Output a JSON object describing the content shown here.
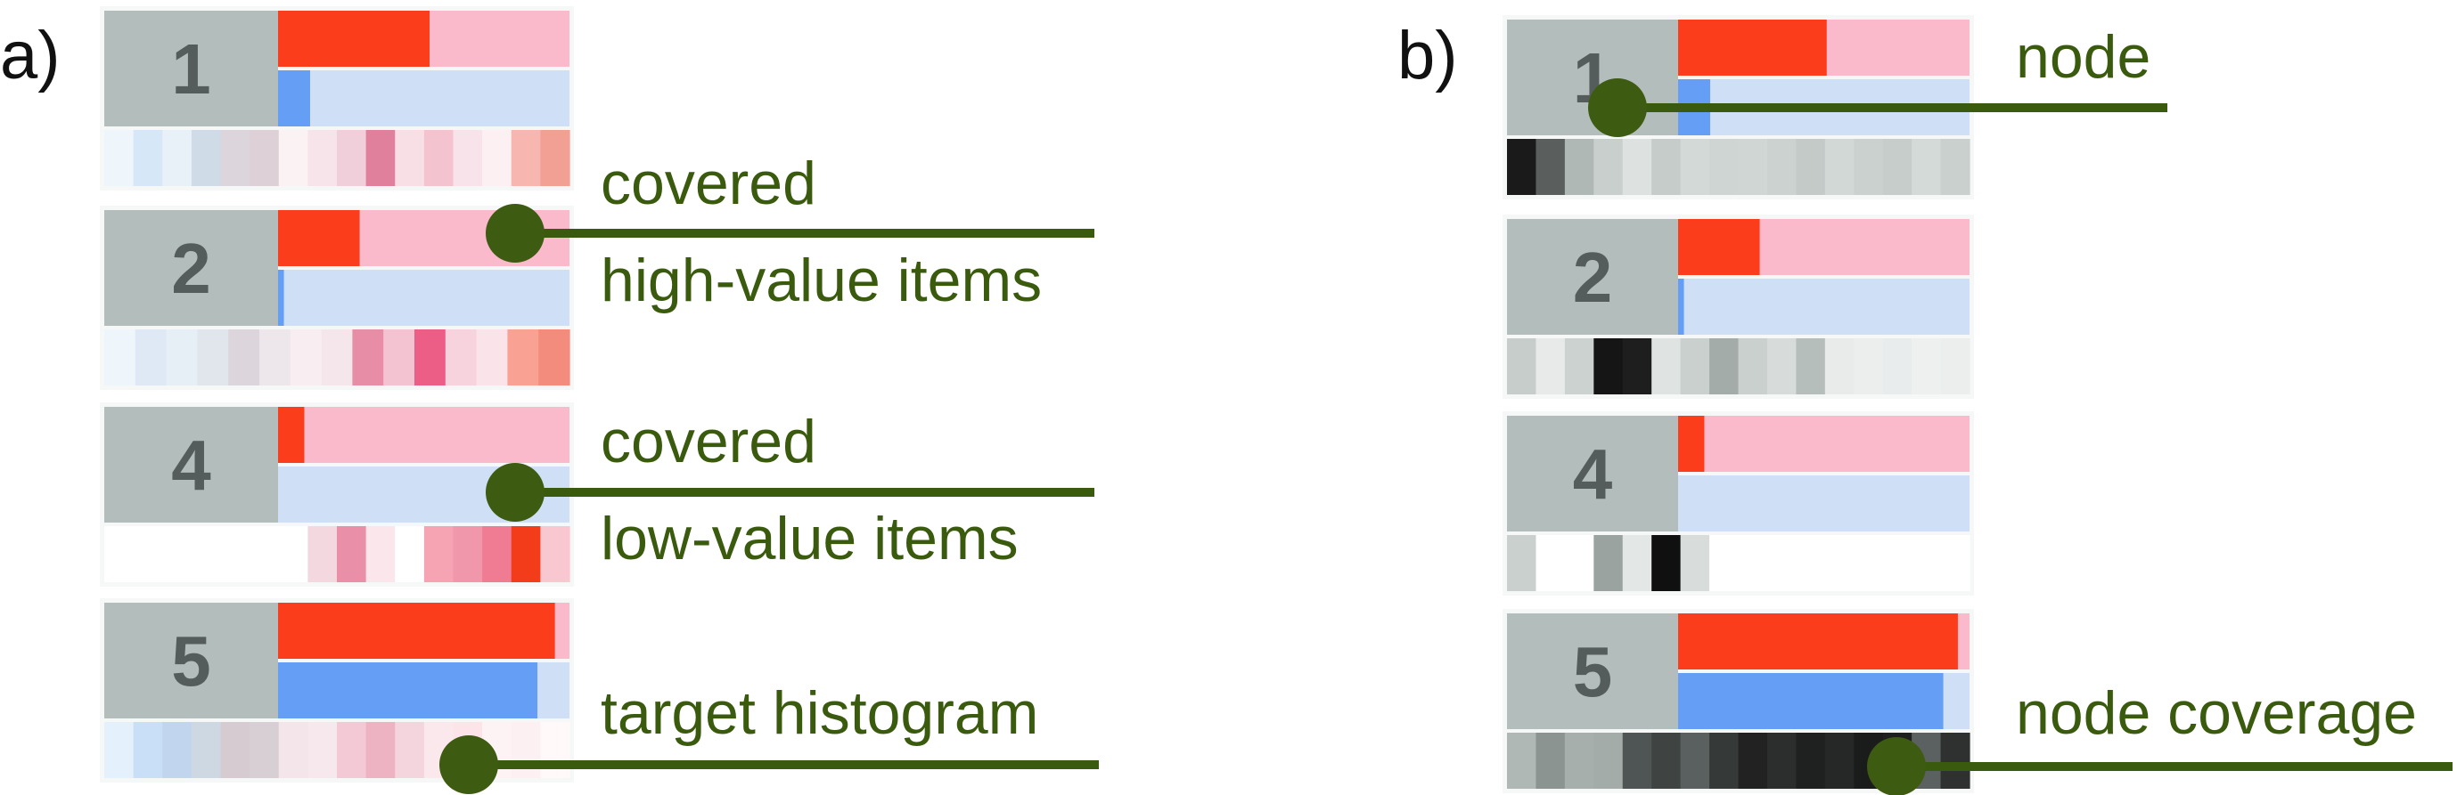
{
  "panels": [
    {
      "label": "a)",
      "nodes": [
        {
          "id": "1",
          "red_fraction": 0.52,
          "blue_fraction": 0.11,
          "strip": [
            "#eef6fc",
            "#d6e7f8",
            "#e9f1f8",
            "#cfdbe6",
            "#dcd6dc",
            "#ddd0d7",
            "#fbf2f4",
            "#f7e4ea",
            "#f1cfda",
            "#e0809c",
            "#f8dfe6",
            "#f3c3d0",
            "#f9e3ea",
            "#fdf0f3",
            "#f7b6b0",
            "#f3a094"
          ]
        },
        {
          "id": "2",
          "red_fraction": 0.28,
          "blue_fraction": 0.02,
          "strip": [
            "#eef6fc",
            "#dfe9f6",
            "#e6eef6",
            "#e0e6ec",
            "#dcd6dc",
            "#ede6ea",
            "#f8eef1",
            "#f5e6eb",
            "#e78ea6",
            "#f4c3d1",
            "#ec5e86",
            "#f6d3dd",
            "#fbe3ea",
            "#f9a294",
            "#f48c7e"
          ]
        },
        {
          "id": "4",
          "red_fraction": 0.09,
          "blue_fraction": 0.0,
          "strip": [
            "#ffffff",
            "#ffffff",
            "#ffffff",
            "#ffffff",
            "#ffffff",
            "#ffffff",
            "#ffffff",
            "#f4d8e0",
            "#e98fa8",
            "#fbe6ec",
            "#ffffff",
            "#f6a3b4",
            "#f197ab",
            "#f07c93",
            "#f33c1a",
            "#f9c7cf"
          ]
        },
        {
          "id": "5",
          "red_fraction": 0.95,
          "blue_fraction": 0.89,
          "strip": [
            "#e4f0fb",
            "#c8dff7",
            "#c1d6ee",
            "#cdd8e3",
            "#d5cbd1",
            "#d8cfd4",
            "#f3e5ea",
            "#f7e8ed",
            "#f3c9d5",
            "#eeb3c3",
            "#f5d5dd",
            "#fbe8ed",
            "#fce4e9",
            "#fdf3f5",
            "#fdf0f2",
            "#fff9f9"
          ]
        }
      ],
      "annotations": [
        {
          "line1": "covered",
          "line2": "high-value items"
        },
        {
          "line1": "covered",
          "line2": "low-value items"
        },
        {
          "line1": "target histogram",
          "line2": ""
        }
      ]
    },
    {
      "label": "b)",
      "nodes": [
        {
          "id": "1",
          "red_fraction": 0.51,
          "blue_fraction": 0.11,
          "strip": [
            "#1a1a1a",
            "#5a5f5e",
            "#b0b8b6",
            "#c8cfcd",
            "#dde2e0",
            "#c5ccca",
            "#d3d9d7",
            "#ced5d3",
            "#d0d6d4",
            "#ccd2d0",
            "#c3cac8",
            "#d2d8d6",
            "#cbd1cf",
            "#c6cdcb",
            "#d4dad8",
            "#c9d0ce"
          ]
        },
        {
          "id": "2",
          "red_fraction": 0.28,
          "blue_fraction": 0.02,
          "strip": [
            "#c6cdcb",
            "#e7eae9",
            "#ccd2d0",
            "#151515",
            "#1e1e1e",
            "#dfe3e2",
            "#c9d0ce",
            "#a4acaa",
            "#c9d0ce",
            "#d7dcdb",
            "#b6bebc",
            "#e8ebea",
            "#eceeee",
            "#e9ecec",
            "#eef0f0",
            "#ebeeed"
          ]
        },
        {
          "id": "4",
          "red_fraction": 0.09,
          "blue_fraction": 0.0,
          "strip": [
            "#c9d0ce",
            "#ffffff",
            "#ffffff",
            "#9ba3a1",
            "#e3e7e6",
            "#101010",
            "#d8dddc",
            "#ffffff",
            "#ffffff",
            "#ffffff",
            "#ffffff",
            "#ffffff",
            "#ffffff",
            "#ffffff",
            "#ffffff",
            "#ffffff"
          ]
        },
        {
          "id": "5",
          "red_fraction": 0.96,
          "blue_fraction": 0.91,
          "strip": [
            "#b0b8b6",
            "#8c9492",
            "#a7afad",
            "#a4acaa",
            "#4f5554",
            "#3f4443",
            "#5a605f",
            "#353938",
            "#222222",
            "#2b2e2d",
            "#1f2121",
            "#262828",
            "#1a1c1c",
            "#1e1f1f",
            "#5b6160",
            "#2e3130"
          ]
        }
      ],
      "annotations": [
        {
          "line1": "node",
          "line2": ""
        },
        {
          "line1": "node coverage",
          "line2": ""
        }
      ]
    }
  ],
  "colors": {
    "node_box": "#b3bdbb",
    "card_bg": "#f6f7f7",
    "covered_high_value": "#fc3d1c",
    "uncovered_high_value": "#fbbacb",
    "covered_low_value": "#659ef5",
    "uncovered_low_value": "#cfe0f6",
    "annotation_line": "#3a5a0e",
    "annotation_dot": "#3e5b12"
  }
}
